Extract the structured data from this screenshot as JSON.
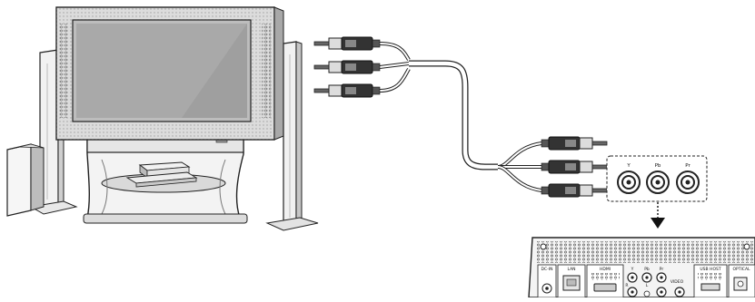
{
  "diagram": {
    "component_video": {
      "jacks": [
        "Y",
        "Pb",
        "Pr"
      ]
    },
    "player_rear_panel": {
      "ports": {
        "dc_in": "DC-IN",
        "lan": "LAN",
        "hdmi": "HDMI",
        "usb_host": "USB HOST",
        "optical": "OPTICAL",
        "video": "VIDEO",
        "audio_right": "R",
        "audio_left": "L"
      },
      "component_labels": [
        "Y",
        "Pb",
        "Pr"
      ]
    }
  }
}
